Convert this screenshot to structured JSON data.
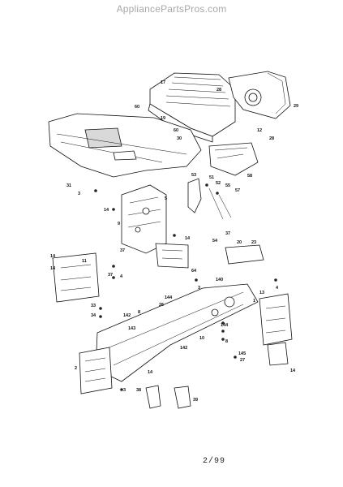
{
  "watermark": "AppliancePartsPros.com",
  "footer": {
    "date_code": "2/99"
  },
  "callouts": [
    {
      "id": "c17a",
      "text": "17"
    },
    {
      "id": "c28a",
      "text": "28"
    },
    {
      "id": "c60a",
      "text": "60"
    },
    {
      "id": "c19",
      "text": "19"
    },
    {
      "id": "c60b",
      "text": "60"
    },
    {
      "id": "c30",
      "text": "30"
    },
    {
      "id": "c29",
      "text": "29"
    },
    {
      "id": "c12",
      "text": "12"
    },
    {
      "id": "c28b",
      "text": "28"
    },
    {
      "id": "c31",
      "text": "31"
    },
    {
      "id": "c3a",
      "text": "3"
    },
    {
      "id": "c58",
      "text": "58"
    },
    {
      "id": "c53",
      "text": "53"
    },
    {
      "id": "c51",
      "text": "51"
    },
    {
      "id": "c52",
      "text": "52"
    },
    {
      "id": "c55",
      "text": "55"
    },
    {
      "id": "c57",
      "text": "57"
    },
    {
      "id": "c14a",
      "text": "14"
    },
    {
      "id": "c5",
      "text": "5"
    },
    {
      "id": "c9",
      "text": "9"
    },
    {
      "id": "c37a",
      "text": "37"
    },
    {
      "id": "c20",
      "text": "20"
    },
    {
      "id": "c23",
      "text": "23"
    },
    {
      "id": "c54",
      "text": "54"
    },
    {
      "id": "c37b",
      "text": "37"
    },
    {
      "id": "c14b",
      "text": "14"
    },
    {
      "id": "c11",
      "text": "11"
    },
    {
      "id": "c14c",
      "text": "14"
    },
    {
      "id": "c4a",
      "text": "4"
    },
    {
      "id": "c37c",
      "text": "37"
    },
    {
      "id": "c64",
      "text": "64"
    },
    {
      "id": "c3b",
      "text": "3"
    },
    {
      "id": "c140",
      "text": "140"
    },
    {
      "id": "c13",
      "text": "13"
    },
    {
      "id": "c4b",
      "text": "4"
    },
    {
      "id": "c14d",
      "text": "14"
    },
    {
      "id": "c26",
      "text": "26"
    },
    {
      "id": "c144a",
      "text": "144"
    },
    {
      "id": "c1",
      "text": "1"
    },
    {
      "id": "c10",
      "text": "10"
    },
    {
      "id": "c142a",
      "text": "142"
    },
    {
      "id": "c143",
      "text": "143"
    },
    {
      "id": "c8",
      "text": "8"
    },
    {
      "id": "c144b",
      "text": "144"
    },
    {
      "id": "c8b",
      "text": "8"
    },
    {
      "id": "c145",
      "text": "145"
    },
    {
      "id": "c27",
      "text": "27"
    },
    {
      "id": "c142b",
      "text": "142"
    },
    {
      "id": "c14e",
      "text": "14"
    },
    {
      "id": "c2",
      "text": "2"
    },
    {
      "id": "c3c",
      "text": "3"
    },
    {
      "id": "c39",
      "text": "39"
    },
    {
      "id": "c38",
      "text": "38"
    },
    {
      "id": "c33",
      "text": "33"
    },
    {
      "id": "c34",
      "text": "34"
    },
    {
      "id": "c14f",
      "text": "14"
    }
  ]
}
